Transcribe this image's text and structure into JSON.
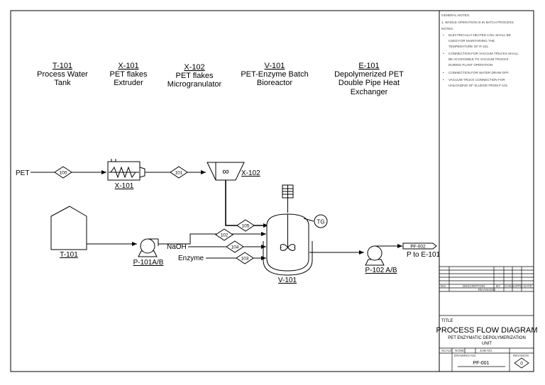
{
  "legend": [
    {
      "tag": "T-101",
      "line1": "Process Water",
      "line2": "Tank",
      "line3": ""
    },
    {
      "tag": "X-101",
      "line1": "PET flakes",
      "line2": "Extruder",
      "line3": ""
    },
    {
      "tag": "X-102",
      "line1": "PET flakes",
      "line2": "Microgranulator",
      "line3": ""
    },
    {
      "tag": "V-101",
      "line1": "PET-Enzyme Batch",
      "line2": "Bioreactor",
      "line3": ""
    },
    {
      "tag": "E-101",
      "line1": "Depolymerized PET",
      "line2": "Double Pipe Heat",
      "line3": "Exchanger"
    }
  ],
  "streams": {
    "pet": "PET",
    "naoh": "NaOH",
    "enzyme": "Enzyme",
    "s100": "100",
    "s101": "101",
    "s102": "102",
    "s103": "103",
    "s104": "104",
    "s105": "105"
  },
  "equipment": {
    "x101": "X-101",
    "x102": "X-102",
    "t101": "T-101",
    "p101": "P-101A/B",
    "v101": "V-101",
    "p102": "P-102 A/B",
    "tg": "TG",
    "mixer_symbol": "∞"
  },
  "offpage": {
    "ref": "PF-002",
    "label": "P to E-101"
  },
  "notes": {
    "title": "GENERAL NOTES:",
    "general": [
      "1.   WHOLE OPERATION IS IN BATCH PROCESS"
    ],
    "subtitle": "NOTES:",
    "items": [
      [
        "ELECTRICALLY-HEATED COIL SHALL BE",
        "USED FOR MAINTAINING THE",
        "TEMPERATURE OF R-101."
      ],
      [
        "CONNECTION FOR VACUUM TRUCKS SHALL",
        "BE ACCESSIBLE TO VACUUM TRUCKS",
        "DURING PLANT OPERATION."
      ],
      [
        "CONNECTION FOR WATER DRAW-OFF."
      ],
      [
        "VACUUM TRUCK CONNECTION FOR",
        "UNLOADING OF SLUDGE FROM F-101"
      ]
    ]
  },
  "revision_table": {
    "col_no": "NO.",
    "col_description": "DESCRIPTION",
    "col_by": "BY",
    "col_chkd": "CHKD",
    "col_appd": "APPD",
    "col_date": "DATE",
    "caption": "REVISIONS"
  },
  "title_block": {
    "title_label": "TITLE",
    "main_title": "PROCESS FLOW DIAGRAM",
    "sub_title_1": "PET ENZYMATIC DEPOLYMERIZATION",
    "sub_title_2": "UNIT",
    "scale_label": "SCALE",
    "scale_value": "NONE",
    "job_label": "JOB NO.",
    "drawing_label": "DRAWING NO.",
    "drawing_no": "PF-001",
    "revision_label": "REVISION",
    "revision_no": "0"
  }
}
